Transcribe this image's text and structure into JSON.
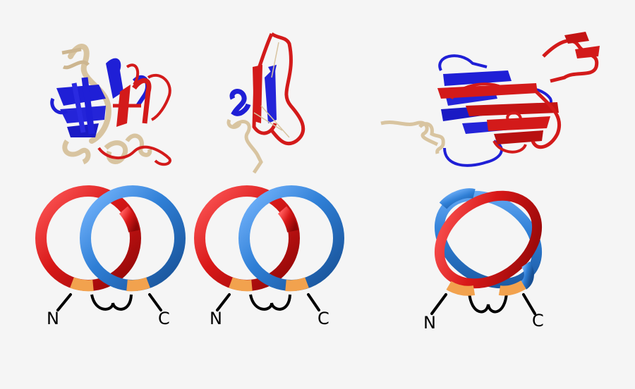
{
  "colors": {
    "background": "#f5f5f5",
    "ring_red": "#d01818",
    "ring_blue": "#2f7fd6",
    "linker": "#f2a24e",
    "protein_red": "#d31a1a",
    "protein_blue": "#1f1fd6",
    "protein_tan": "#d8c4a0",
    "tail": "#000000"
  },
  "panels": [
    {
      "id": "panel-1",
      "structure_icon": "protein-ribbon-structure",
      "n_label": "N",
      "c_label": "C"
    },
    {
      "id": "panel-2",
      "structure_icon": "protein-ribbon-structure",
      "n_label": "N",
      "c_label": "C"
    },
    {
      "id": "panel-3",
      "structure_icon": "protein-ribbon-structure",
      "n_label": "N",
      "c_label": "C"
    }
  ]
}
